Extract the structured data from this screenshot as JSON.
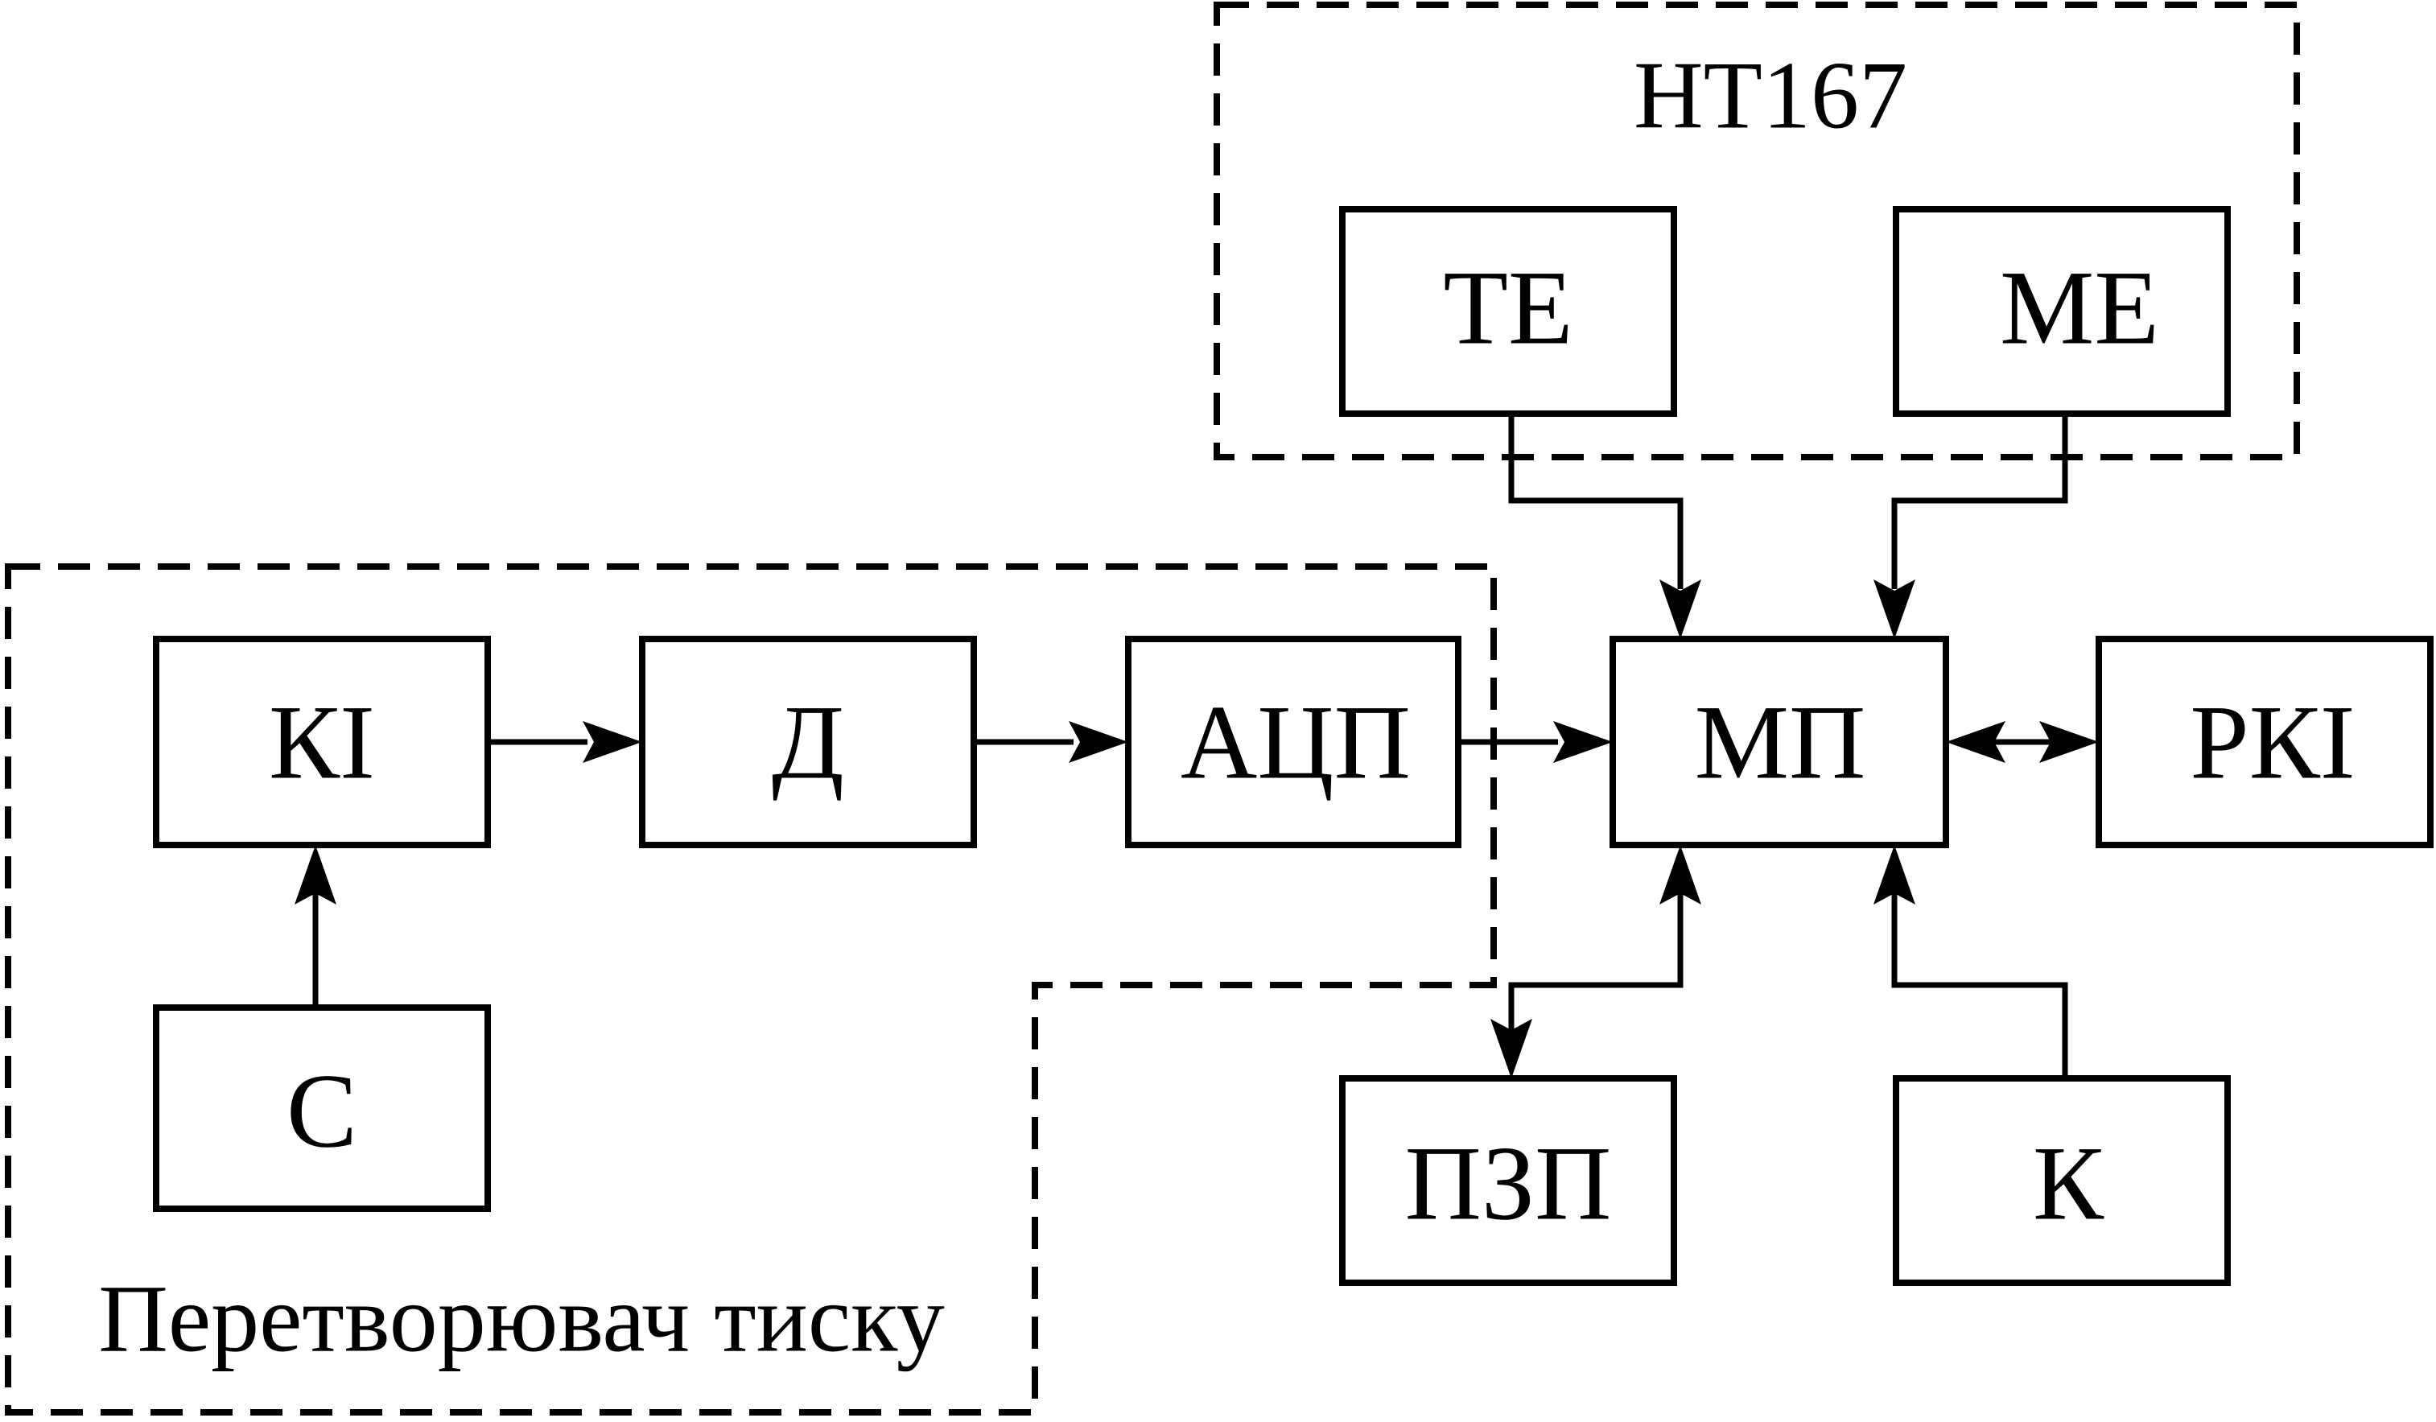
{
  "groups": {
    "ht167": {
      "label": "НТ167"
    },
    "pressure_converter": {
      "label": "Перетворювач тиску"
    }
  },
  "blocks": {
    "ki": "КІ",
    "d": "Д",
    "adc": "АЦП",
    "s": "С",
    "te": "ТЕ",
    "me": "МЕ",
    "mp": "МП",
    "rki": "РКІ",
    "pzp": "ПЗП",
    "k": "К"
  }
}
